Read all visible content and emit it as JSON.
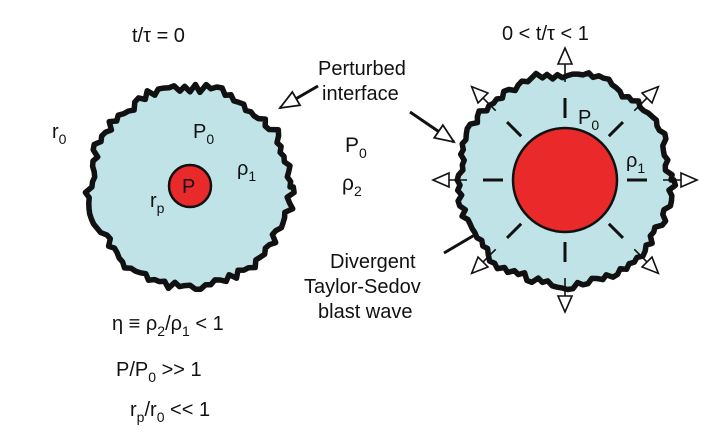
{
  "colors": {
    "fluid": "#bfe3e7",
    "core": "#ea2a2a",
    "outline": "#111111",
    "background": "#ffffff"
  },
  "left_panel": {
    "time_label": {
      "main": "t/τ = 0"
    },
    "r0_label": {
      "main": "r",
      "sub": "0"
    },
    "P0_label": {
      "main": "P",
      "sub": "0"
    },
    "rho1_label": {
      "main": "ρ",
      "sub": "1"
    },
    "core_label": {
      "main": "P"
    },
    "rp_label": {
      "main": "r",
      "sub": "p"
    },
    "relations": [
      {
        "a": "η ≡ ρ",
        "a_sub": "2",
        "b": "/ρ",
        "b_sub": "1",
        "c": " < 1"
      },
      {
        "a": "P/P",
        "a_sub": "0",
        "b": " >> 1",
        "b_sub": "",
        "c": ""
      },
      {
        "a": "r",
        "a_sub": "p",
        "b": "/r",
        "b_sub": "0",
        "c": " << 1"
      }
    ]
  },
  "middle": {
    "P0_label": {
      "main": "P",
      "sub": "0"
    },
    "rho2_label": {
      "main": "ρ",
      "sub": "2"
    },
    "interface_label": {
      "line1": "Perturbed",
      "line2": "interface"
    },
    "blast_label": {
      "line1": "Divergent",
      "line2": "Taylor-Sedov",
      "line3": "blast wave"
    }
  },
  "right_panel": {
    "time_label": {
      "main": "0 <  t/τ  < 1"
    },
    "P0_label": {
      "main": "P",
      "sub": "0"
    },
    "rho1_label": {
      "main": "ρ",
      "sub": "1"
    }
  }
}
